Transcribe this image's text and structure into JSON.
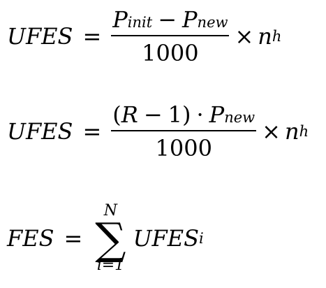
{
  "equations": [
    {
      "lhs": "UFES",
      "equals": "=",
      "numerator": {
        "p1_base": "P",
        "p1_sub": "init",
        "minus": "−",
        "p2_base": "P",
        "p2_sub": "new"
      },
      "denominator": "1000",
      "times": "×",
      "factor_base": "n",
      "factor_sub": "h"
    },
    {
      "lhs": "UFES",
      "equals": "=",
      "numerator": {
        "open": "(",
        "var": "R",
        "minus": "−",
        "one": "1",
        "close": ")",
        "dot": "·",
        "p_base": "P",
        "p_sub": "new"
      },
      "denominator": "1000",
      "times": "×",
      "factor_base": "n",
      "factor_sub": "h"
    },
    {
      "lhs": "FES",
      "equals": "=",
      "sum_symbol": "∑",
      "sum_upper": "N",
      "sum_lower": "i=1",
      "term_base": "UFES",
      "term_sub": "i"
    }
  ]
}
